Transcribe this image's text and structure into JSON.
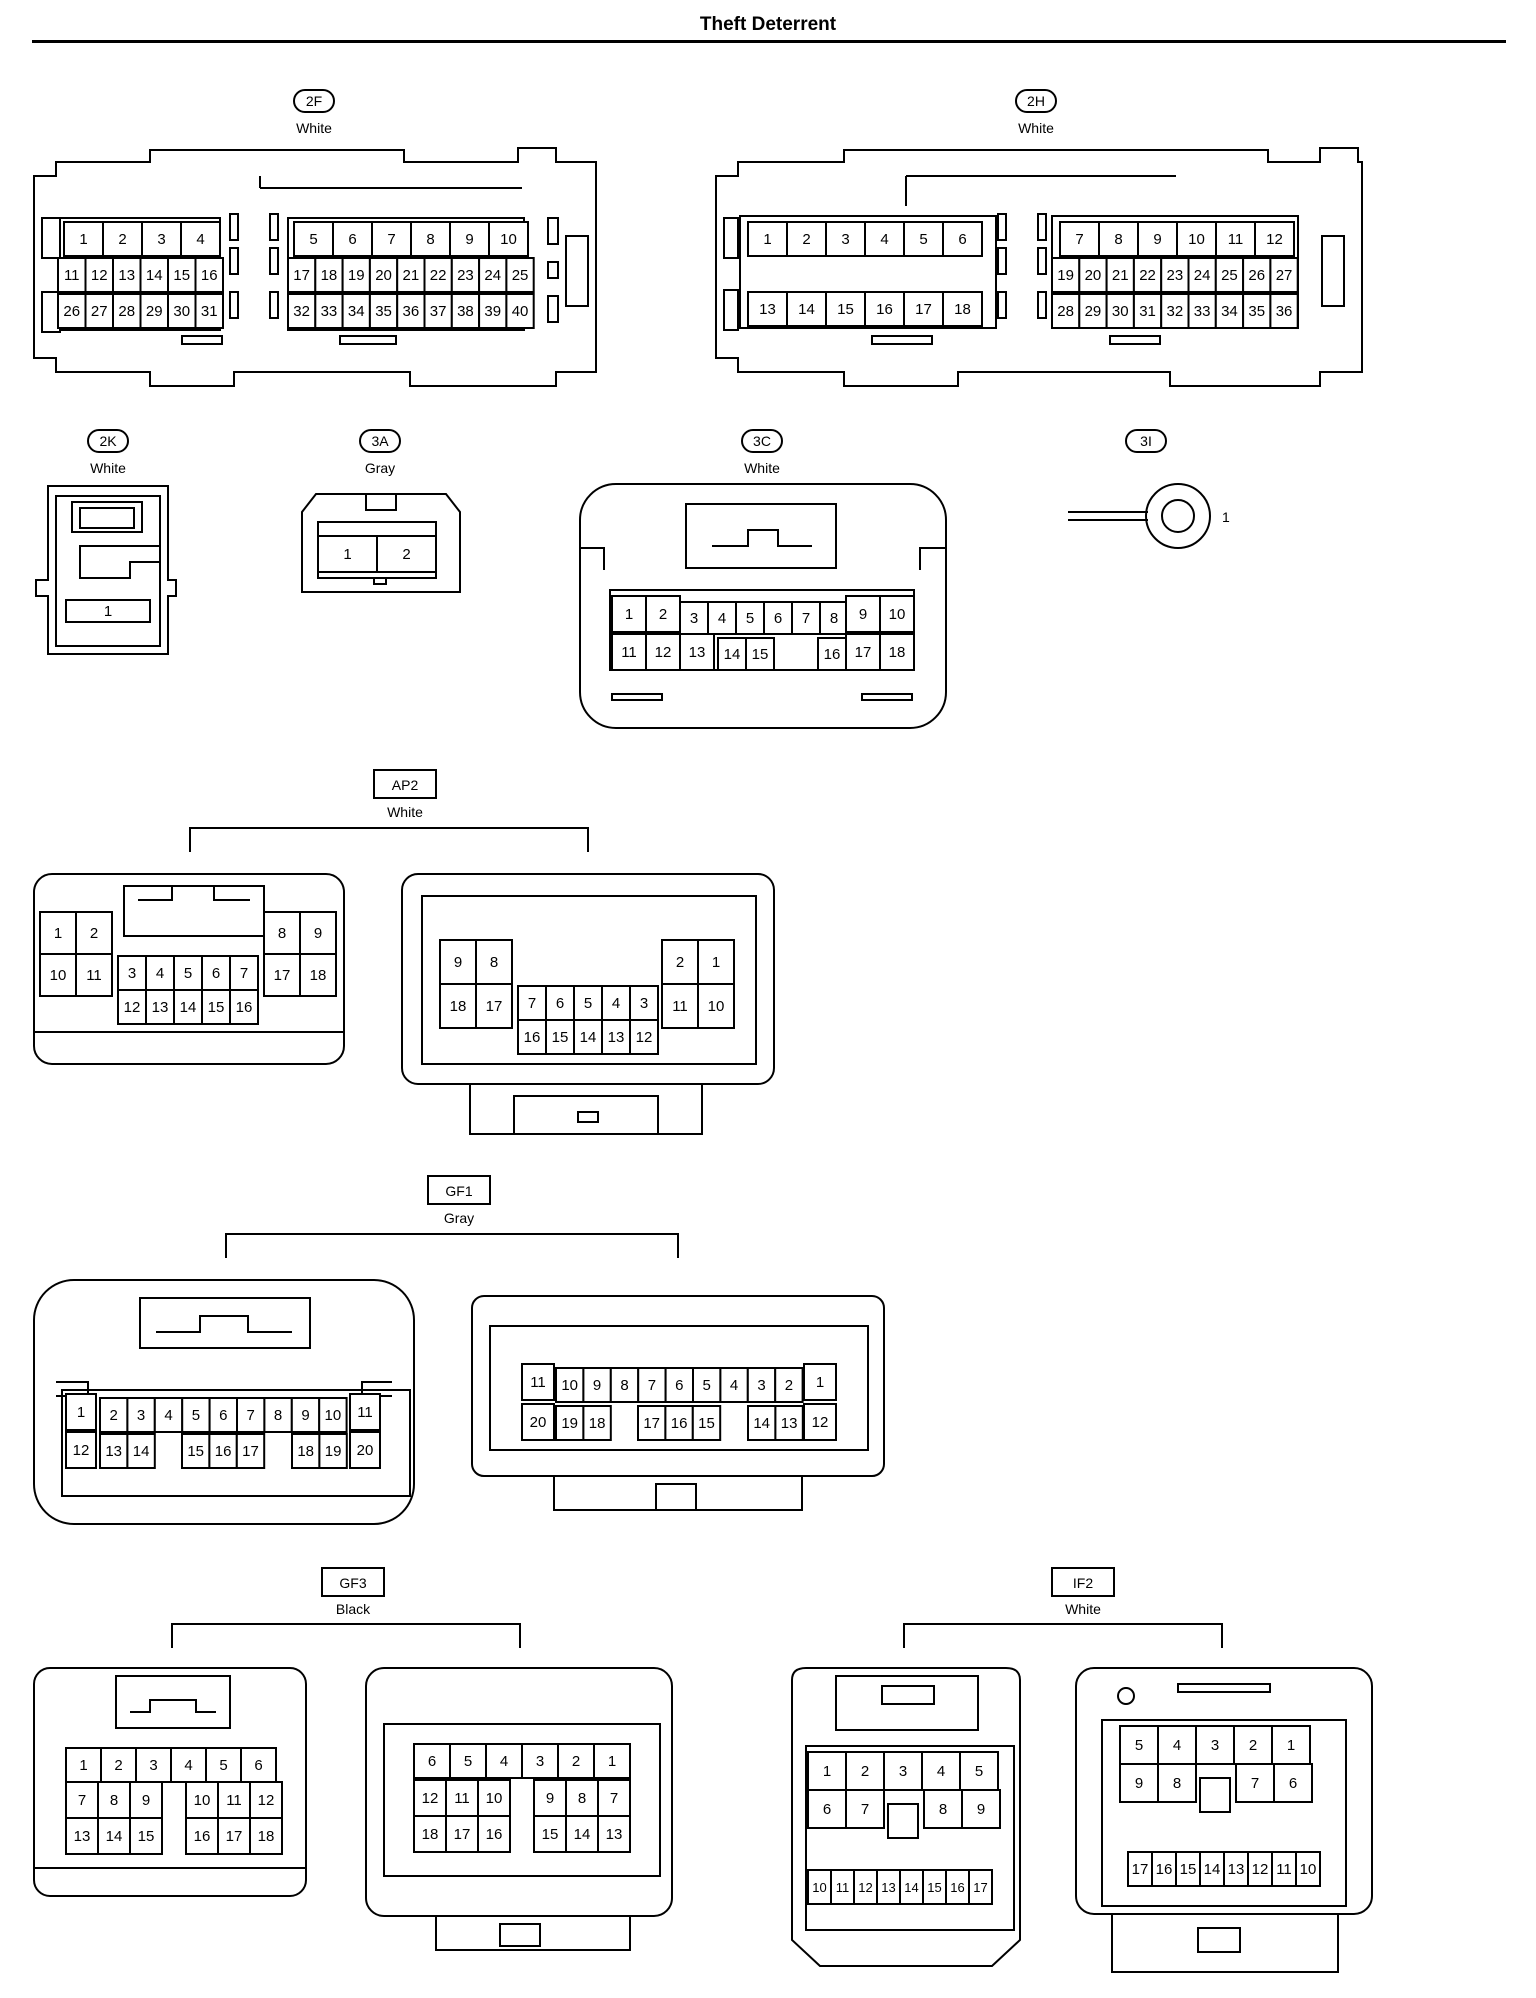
{
  "title": "Theft Deterrent",
  "connectors": [
    {
      "id": "2F",
      "color": "White",
      "pins": [
        "1",
        "2",
        "3",
        "4",
        "5",
        "6",
        "7",
        "8",
        "9",
        "10",
        "11",
        "12",
        "13",
        "14",
        "15",
        "16",
        "17",
        "18",
        "19",
        "20",
        "21",
        "22",
        "23",
        "24",
        "25",
        "26",
        "27",
        "28",
        "29",
        "30",
        "31",
        "32",
        "33",
        "34",
        "35",
        "36",
        "37",
        "38",
        "39",
        "40"
      ]
    },
    {
      "id": "2H",
      "color": "White",
      "pins": [
        "1",
        "2",
        "3",
        "4",
        "5",
        "6",
        "7",
        "8",
        "9",
        "10",
        "11",
        "12",
        "13",
        "14",
        "15",
        "16",
        "17",
        "18",
        "19",
        "20",
        "21",
        "22",
        "23",
        "24",
        "25",
        "26",
        "27",
        "28",
        "29",
        "30",
        "31",
        "32",
        "33",
        "34",
        "35",
        "36"
      ]
    },
    {
      "id": "2K",
      "color": "White",
      "pins": [
        "1"
      ]
    },
    {
      "id": "3A",
      "color": "Gray",
      "pins": [
        "1",
        "2"
      ]
    },
    {
      "id": "3C",
      "color": "White",
      "pins": [
        "1",
        "2",
        "3",
        "4",
        "5",
        "6",
        "7",
        "8",
        "9",
        "10",
        "11",
        "12",
        "13",
        "14",
        "15",
        "16",
        "17",
        "18"
      ]
    },
    {
      "id": "3I",
      "color": "",
      "pins": [
        "1"
      ]
    },
    {
      "id": "AP2",
      "color": "White",
      "male_pins": [
        "1",
        "2",
        "8",
        "9",
        "10",
        "11",
        "17",
        "18",
        "3",
        "4",
        "5",
        "6",
        "7",
        "12",
        "13",
        "14",
        "15",
        "16"
      ],
      "female_pins": [
        "9",
        "8",
        "2",
        "1",
        "18",
        "17",
        "11",
        "10",
        "7",
        "6",
        "5",
        "4",
        "3",
        "16",
        "15",
        "14",
        "13",
        "12"
      ]
    },
    {
      "id": "GF1",
      "color": "Gray",
      "male_pins": [
        "1",
        "2",
        "3",
        "4",
        "5",
        "6",
        "7",
        "8",
        "9",
        "10",
        "11",
        "12",
        "13",
        "14",
        "15",
        "16",
        "17",
        "18",
        "19",
        "20"
      ],
      "female_pins": [
        "11",
        "10",
        "9",
        "8",
        "7",
        "6",
        "5",
        "4",
        "3",
        "2",
        "1",
        "20",
        "19",
        "18",
        "17",
        "16",
        "15",
        "14",
        "13",
        "12"
      ]
    },
    {
      "id": "GF3",
      "color": "Black",
      "male_pins": [
        "1",
        "2",
        "3",
        "4",
        "5",
        "6",
        "7",
        "8",
        "9",
        "10",
        "11",
        "12",
        "13",
        "14",
        "15",
        "16",
        "17",
        "18"
      ],
      "female_pins": [
        "6",
        "5",
        "4",
        "3",
        "2",
        "1",
        "12",
        "11",
        "10",
        "9",
        "8",
        "7",
        "18",
        "17",
        "16",
        "15",
        "14",
        "13"
      ]
    },
    {
      "id": "IF2",
      "color": "White",
      "male_pins": [
        "1",
        "2",
        "3",
        "4",
        "5",
        "6",
        "7",
        "8",
        "9",
        "10",
        "11",
        "12",
        "13",
        "14",
        "15",
        "16",
        "17"
      ],
      "female_pins": [
        "5",
        "4",
        "3",
        "2",
        "1",
        "9",
        "8",
        "7",
        "6",
        "17",
        "16",
        "15",
        "14",
        "13",
        "12",
        "11",
        "10"
      ]
    }
  ]
}
